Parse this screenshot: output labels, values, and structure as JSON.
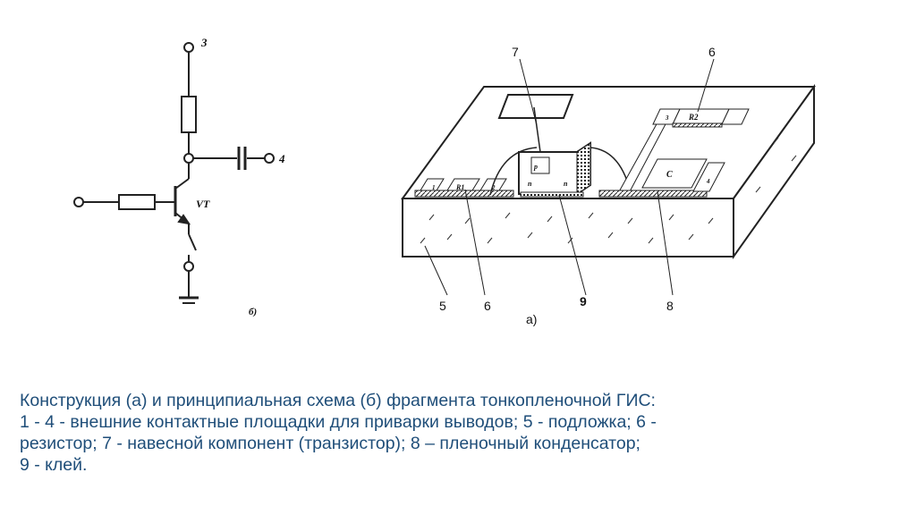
{
  "schematic": {
    "terminal_3": "3",
    "terminal_4": "4",
    "transistor_label": "VT",
    "figure_label": "б)"
  },
  "structure": {
    "figure_label": "а)",
    "callouts": {
      "top_7": "7",
      "top_6": "6",
      "bottom_5": "5",
      "bottom_6": "6",
      "bottom_9": "9",
      "bottom_8": "8"
    },
    "chip": {
      "r1": "R1",
      "r2": "R2",
      "c": "C",
      "p": "p",
      "n_left": "n",
      "n_right": "n",
      "pad_1": "1",
      "pad_2": "2",
      "pad_3": "3",
      "pad_4": "4"
    }
  },
  "caption": {
    "line1": "Конструкция (а) и принципиальная схема (б) фрагмента тонкопленочной ГИС:",
    "line2": "1 - 4 - внешние контактные площадки для приварки выводов; 5 - подложка; 6 -",
    "line3": "резистор; 7 - навесной компонент (транзистор); 8 – пленочный  конденсатор;",
    "line4": "9 - клей."
  }
}
